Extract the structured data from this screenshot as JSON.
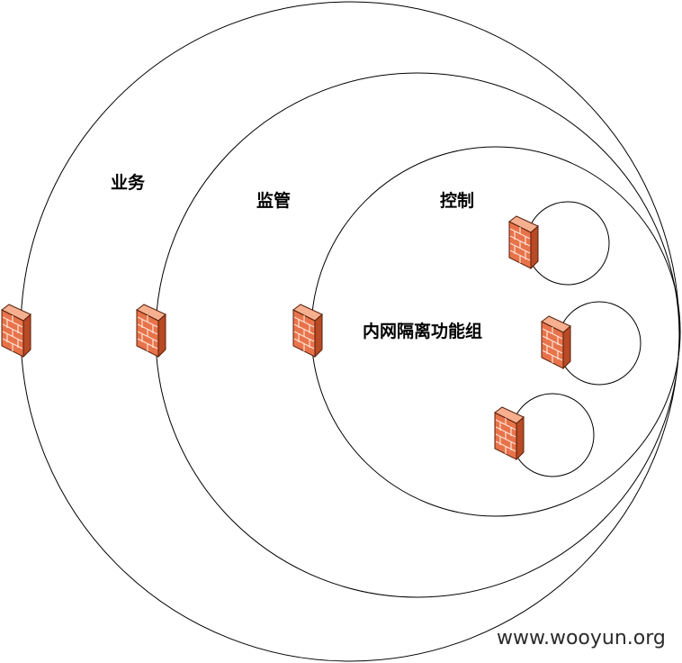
{
  "diagram": {
    "zones": {
      "business": "业务",
      "supervision": "监管",
      "control": "控制",
      "isolation_group": "内网隔离功能组"
    },
    "firewall_icon": "firewall-icon",
    "colors": {
      "stroke": "#000000",
      "firewall_front": "#e8734a",
      "firewall_side": "#b84a25",
      "firewall_top": "#f6b08f",
      "brick_line": "#fde3d5"
    }
  },
  "watermark": "www.wooyun.org"
}
